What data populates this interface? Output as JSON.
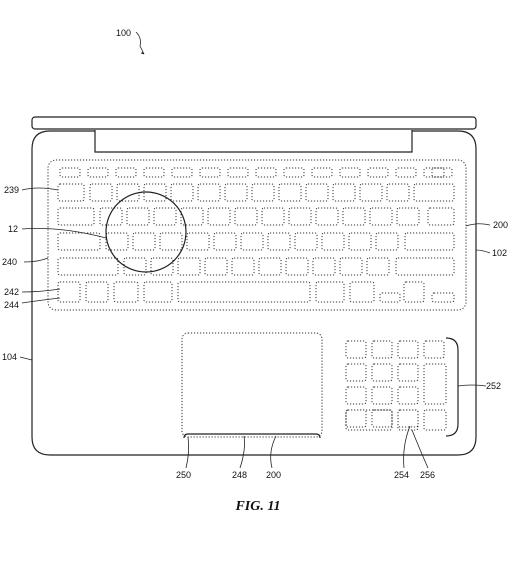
{
  "figure": {
    "caption": "FIG. 11",
    "labels": {
      "device": "100",
      "detail_circle": "12",
      "keyboard_region": "200",
      "keyboard_region_bottom": "200",
      "housing_top": "102",
      "housing_base": "104",
      "row_239": "239",
      "row_240": "240",
      "row_242": "242",
      "row_244": "244",
      "trackpad_left": "250",
      "trackpad_center": "248",
      "keypad": "252",
      "keypad_key_a": "254",
      "keypad_key_b": "256"
    }
  }
}
